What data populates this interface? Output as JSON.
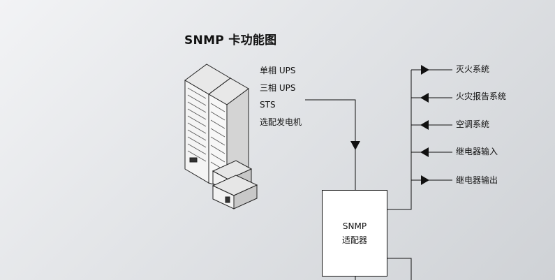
{
  "title": "SNMP 卡功能图",
  "sources": [
    "单相 UPS",
    "三相 UPS",
    "STS",
    "选配发电机"
  ],
  "adapter": {
    "line1": "SNMP",
    "line2": "适配器"
  },
  "outputs": [
    "灭火系统",
    "火灾报告系统",
    "空调系统",
    "继电器输入",
    "继电器输出"
  ],
  "icons": {
    "equipment": "server-rack-with-ups-icon",
    "arrow": "triangle-arrow-icon"
  }
}
